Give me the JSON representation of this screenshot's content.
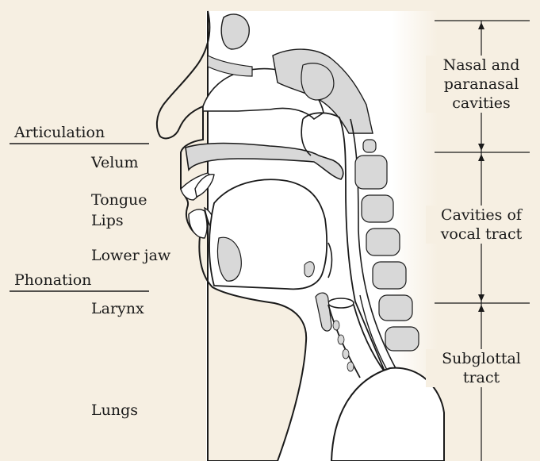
{
  "left_labels": {
    "articulation": "Articulation",
    "velum": "Velum",
    "tongue": "Tongue",
    "lips": "Lips",
    "lower_jaw": "Lower jaw",
    "phonation": "Phonation",
    "larynx": "Larynx",
    "lungs": "Lungs"
  },
  "right_labels": {
    "nasal_line1": "Nasal and",
    "nasal_line2": "paranasal",
    "nasal_line3": "cavities",
    "vocal_line1": "Cavities of",
    "vocal_line2": "vocal tract",
    "subglottal_line1": "Subglottal",
    "subglottal_line2": "tract"
  },
  "colors": {
    "background": "#f6efe2",
    "panel": "#ffffff",
    "tissue": "#d8d8d8",
    "outline": "#1a1a1a"
  }
}
